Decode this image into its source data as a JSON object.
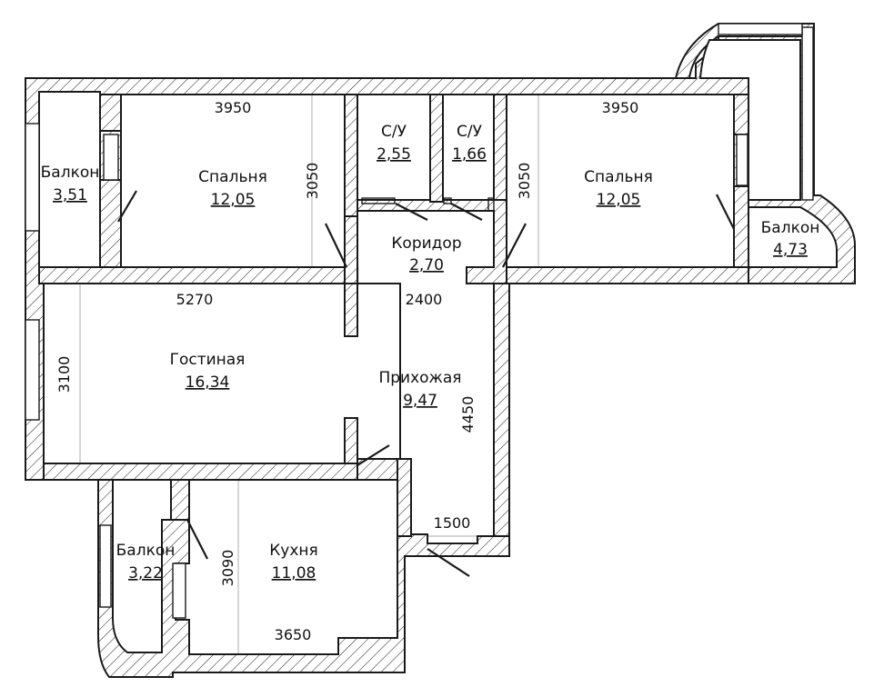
{
  "rooms": {
    "balcony_left": {
      "name": "Балкон",
      "area": "3,51"
    },
    "bedroom_left": {
      "name": "Спальня",
      "area": "12,05"
    },
    "bathroom_1": {
      "name": "С/У",
      "area": "2,55"
    },
    "bathroom_2": {
      "name": "С/У",
      "area": "1,66"
    },
    "bedroom_right": {
      "name": "Спальня",
      "area": "12,05"
    },
    "balcony_right": {
      "name": "Балкон",
      "area": "4,73"
    },
    "corridor": {
      "name": "Коридор",
      "area": "2,70"
    },
    "living_room": {
      "name": "Гостиная",
      "area": "16,34"
    },
    "hallway": {
      "name": "Прихожая",
      "area": "9,47"
    },
    "balcony_bottom": {
      "name": "Балкон",
      "area": "3,22"
    },
    "kitchen": {
      "name": "Кухня",
      "area": "11,08"
    }
  },
  "dimensions": {
    "bedroom_left_width": "3950",
    "bedroom_left_depth": "3050",
    "bedroom_right_width": "3950",
    "bedroom_right_depth": "3050",
    "living_width": "5270",
    "living_depth": "3100",
    "corridor_width": "2400",
    "hallway_depth": "4450",
    "hallway_width": "1500",
    "kitchen_depth": "3090",
    "kitchen_width": "3650"
  },
  "colors": {
    "line": "#1a1a1a",
    "background": "#ffffff"
  }
}
